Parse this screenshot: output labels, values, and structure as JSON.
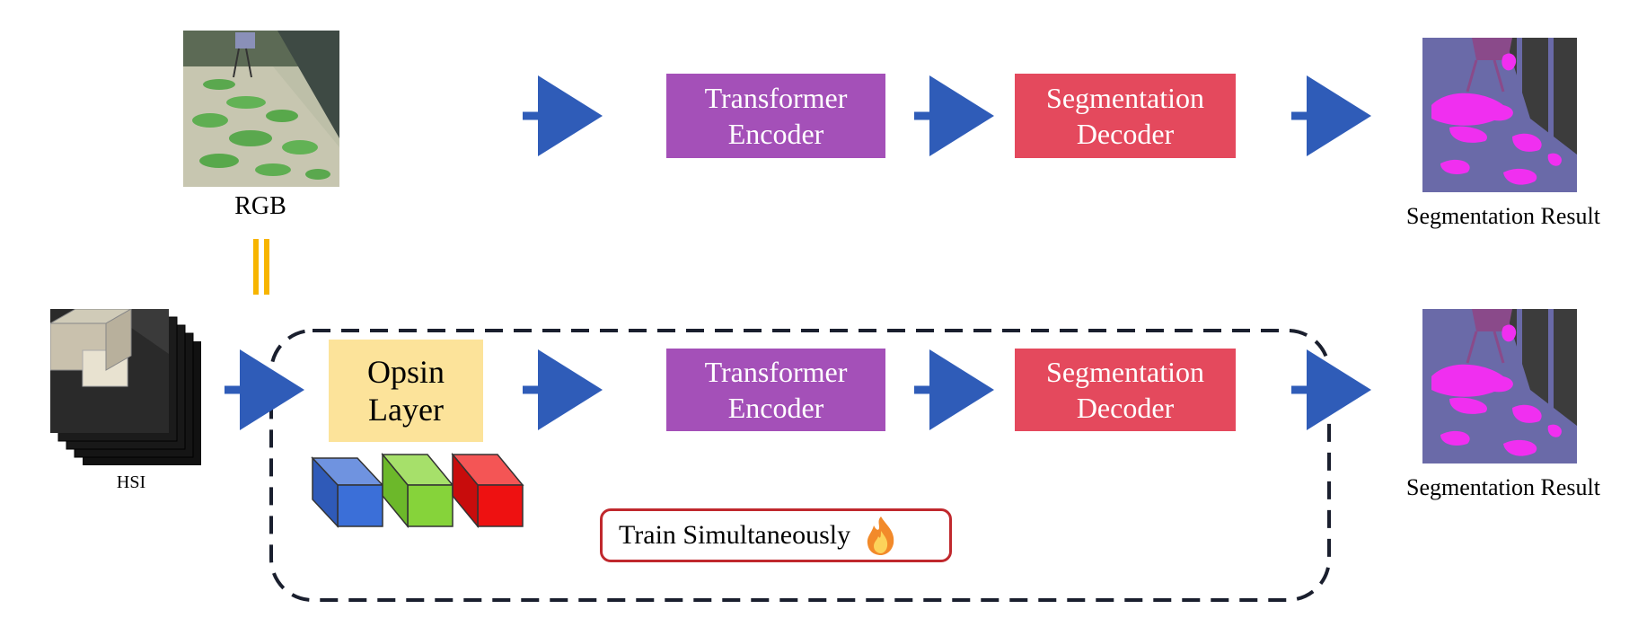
{
  "inputs": {
    "rgb_label": "RGB",
    "hsi_label": "HSI"
  },
  "top_row": {
    "encoder": {
      "line1": "Transformer",
      "line2": "Encoder"
    },
    "decoder": {
      "line1": "Segmentation",
      "line2": "Decoder"
    },
    "result_label": "Segmentation Result"
  },
  "bottom_row": {
    "opsin": {
      "line1": "Opsin",
      "line2": "Layer"
    },
    "encoder": {
      "line1": "Transformer",
      "line2": "Encoder"
    },
    "decoder": {
      "line1": "Segmentation",
      "line2": "Decoder"
    },
    "result_label": "Segmentation Result",
    "train_badge": "Train Simultaneously"
  },
  "colors": {
    "encoder": "#a450b8",
    "decoder": "#e4495d",
    "opsin": "#fce39a",
    "arrow": "#2f5cb8",
    "equal_sign": "#f7b500",
    "badge_border": "#c0282d",
    "cube_blue": "#3b6fd8",
    "cube_green": "#86d33a",
    "cube_red": "#ee1111"
  }
}
